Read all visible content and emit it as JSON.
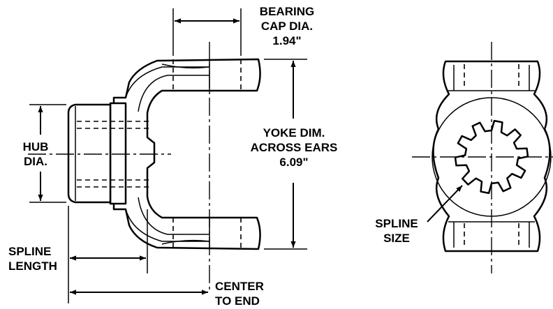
{
  "labels": {
    "bearing_cap": [
      "BEARING",
      "CAP DIA.",
      "1.94\""
    ],
    "yoke_dim": [
      "YOKE DIM.",
      "ACROSS EARS",
      "6.09\""
    ],
    "hub_dia": [
      "HUB",
      "DIA."
    ],
    "spline_length": [
      "SPLINE",
      "LENGTH"
    ],
    "center_to_end": [
      "CENTER",
      "TO END"
    ],
    "spline_size": [
      "SPLINE",
      "SIZE"
    ]
  }
}
